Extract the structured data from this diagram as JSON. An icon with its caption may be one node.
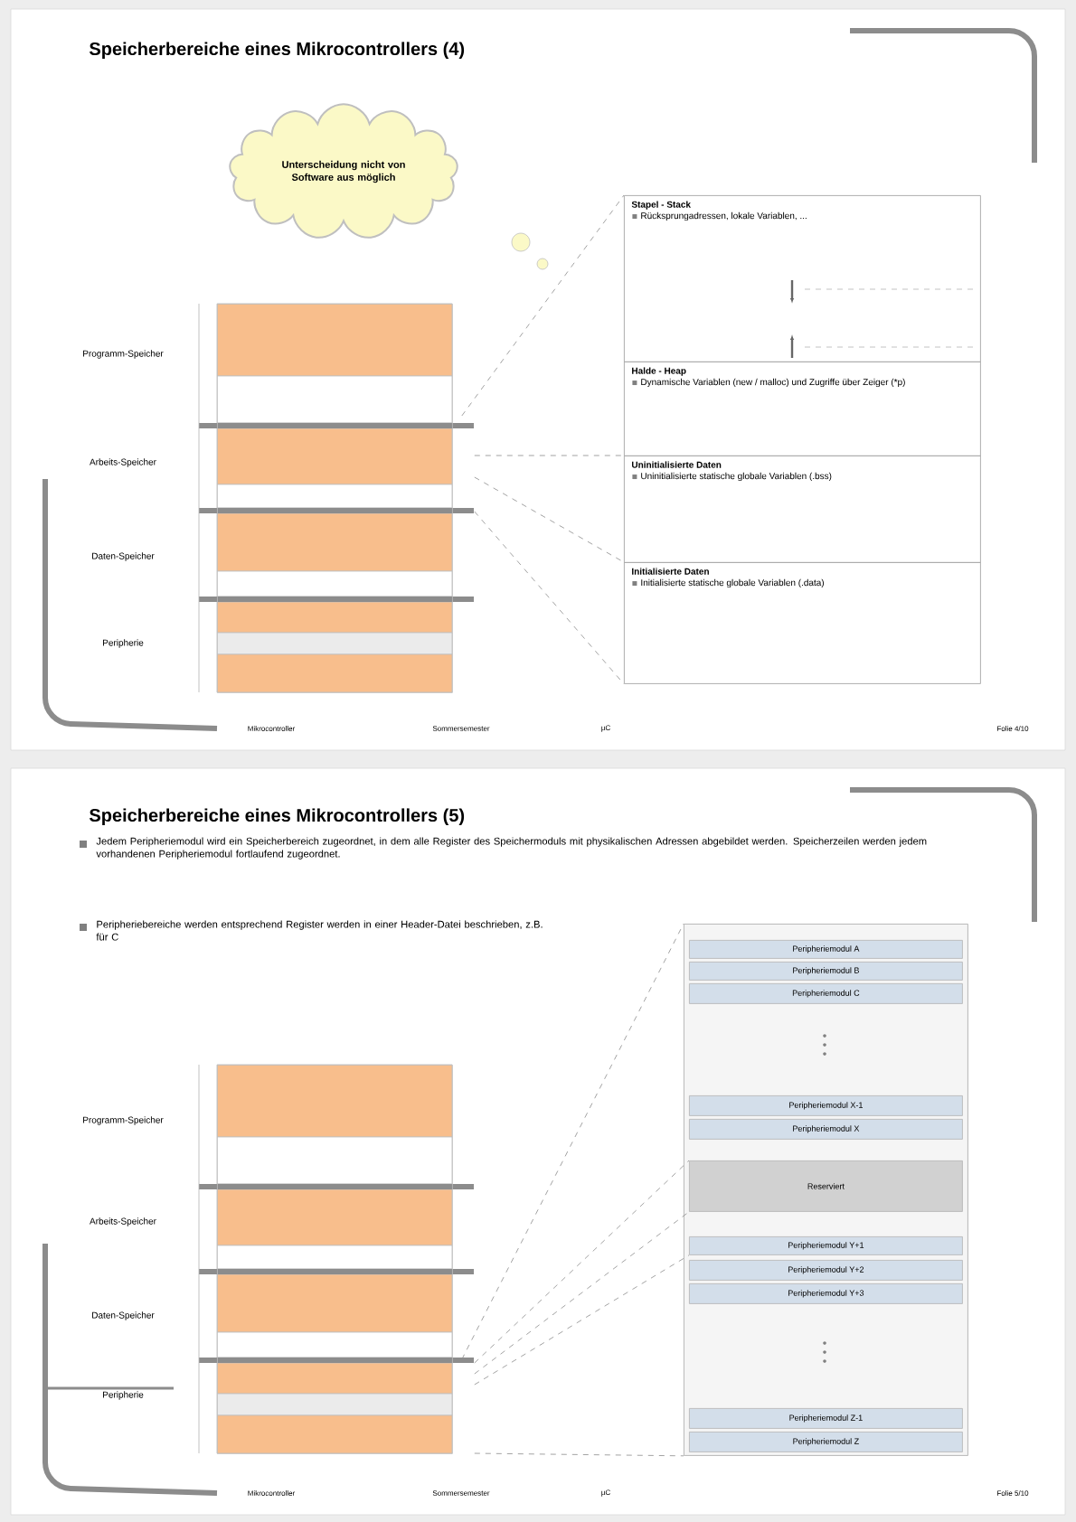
{
  "diagram": {
    "nodes": [
      {
        "text": [
          "Unterscheidung nicht von Software aus möglich"
        ]
      },
      {
        "text": [
          "Stapel - Stack",
          "Rücksprungadressen, lokale Variablen, ..."
        ]
      },
      {
        "text": [
          "Halde - Heap",
          "Dynamische Variablen (new / malloc) und Zugriffe über Zeiger (*p)"
        ]
      },
      {
        "text": [
          "Uninitialisierte Daten",
          "Uninitialisierte statische globale Variablen (.bss)"
        ]
      },
      {
        "text": [
          "Initialisierte Daten",
          "Initialisierte statische globale Variablen (.data)"
        ]
      },
      {
        "text": [],
        "shape": "box"
      },
      {
        "text": [
          "Peripheriemodul A"
        ],
        "in": 5
      },
      {
        "text": [
          "Peripheriemodul B"
        ],
        "in": 5
      },
      {
        "text": [
          "Peripheriemodul C"
        ],
        "in": 5
      },
      {
        "text": [
          "Peripheriemodul X-1"
        ],
        "in": 5
      },
      {
        "text": [
          "Peripheriemodul X"
        ],
        "in": 5
      },
      {
        "text": [
          "Reserviert"
        ],
        "in": 5
      },
      {
        "text": [
          "Peripheriemodul Y+1"
        ],
        "in": 5
      },
      {
        "text": [
          "Peripheriemodul Y+2"
        ],
        "in": 5
      },
      {
        "text": [
          "Peripheriemodul Y+3"
        ],
        "in": 5
      },
      {
        "text": [
          "Peripheriemodul Z-1"
        ],
        "in": 5
      },
      {
        "text": [
          "Peripheriemodul Z"
        ],
        "in": 5
      },
      {
        "text": [],
        "shape": "bar"
      },
      {
        "text": [],
        "shape": "bar"
      }
    ],
    "edges": [
      {
        "from": 17,
        "to": 1,
        "arrow": "none",
        "style": "dashed"
      },
      {
        "from": 17,
        "to": 3,
        "arrow": "none",
        "style": "dashed"
      },
      {
        "from": 17,
        "to": 4,
        "arrow": "none",
        "style": "dashed"
      },
      {
        "from": 17,
        "to": 4,
        "arrow": "none",
        "style": "dashed"
      },
      {
        "from": 18,
        "to": 5,
        "arrow": "none",
        "style": "dashed"
      },
      {
        "from": 18,
        "to": 11,
        "arrow": "none",
        "style": "dashed"
      },
      {
        "from": 18,
        "to": 11,
        "arrow": "none",
        "style": "dashed"
      },
      {
        "from": 18,
        "to": 12,
        "arrow": "none",
        "style": "dashed"
      },
      {
        "from": 18,
        "to": 5,
        "arrow": "none",
        "style": "dashed"
      }
    ],
    "labels": [
      "Speicherbereiche eines Mikrocontrollers (4)",
      "Programm-Speicher",
      "Arbeits-Speicher",
      "Daten-Speicher",
      "Peripherie",
      "Mikrocontroller",
      "Sommersemester",
      "µC",
      "Folie 4/10",
      "Speicherbereiche eines Mikrocontrollers (5)",
      "Jedem Peripheriemodul wird ein Speicherbereich zugeordnet, in dem alle Register des Speichermoduls mit physikalischen Adressen abgebildet werden. Speicherzeilen werden jedem vorhandenen Peripheriemodul fortlaufend zugeordnet.",
      "Peripheriebereiche werden entsprechend Register werden in einer Header-Datei beschrieben, z.B. für C",
      "Programm-Speicher",
      "Arbeits-Speicher",
      "Daten-Speicher",
      "Peripherie",
      "Mikrocontroller",
      "Sommersemester",
      "µC",
      "Folie 5/10"
    ]
  }
}
